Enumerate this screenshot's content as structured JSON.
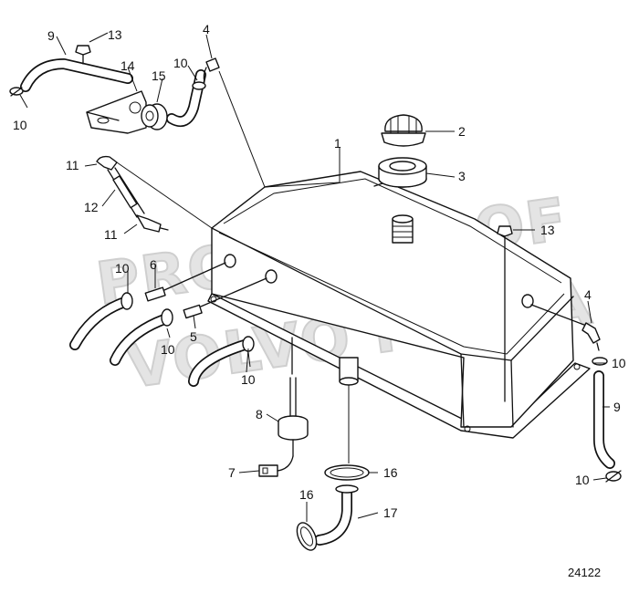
{
  "watermark": {
    "line1": "PROPERTY OF",
    "line2": "VOLVO PENTA"
  },
  "figure_code": "24122",
  "callouts": {
    "c1": "1",
    "c2": "2",
    "c3": "3",
    "c4_top": "4",
    "c4_right": "4",
    "c5": "5",
    "c6": "6",
    "c7": "7",
    "c8": "8",
    "c9_top": "9",
    "c9_right": "9",
    "c10_topleft": "10",
    "c10_top": "10",
    "c10_left1": "10",
    "c10_left2": "10",
    "c10_left3": "10",
    "c10_right1": "10",
    "c10_right2": "10",
    "c11_top": "11",
    "c11_bottom": "11",
    "c12": "12",
    "c13_top": "13",
    "c13_right": "13",
    "c14": "14",
    "c15": "15",
    "c16_right": "16",
    "c16_left": "16",
    "c17": "17"
  }
}
